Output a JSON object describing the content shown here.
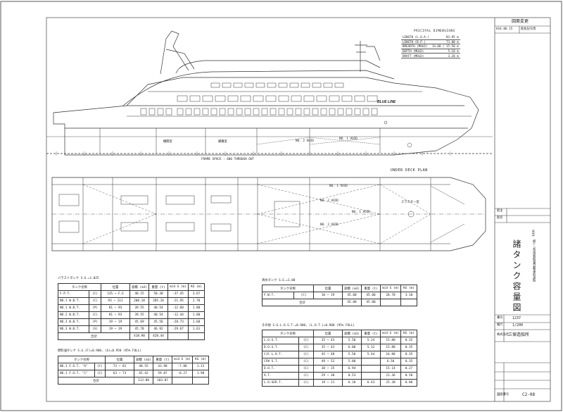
{
  "title_block": {
    "revision_header": "図面変更",
    "revision_date": "H14.06.15",
    "revision_note": "船長記号等",
    "vertical_number": "999",
    "vertical_subtitle": "総トン型旅客船兼自動車航送船",
    "drawing_title": "諸タンク容量図",
    "rows": [
      {
        "label": "番号",
        "value": "1237"
      },
      {
        "label": "縮尺",
        "value": "1/200"
      }
    ],
    "company_label": "株式会社",
    "company": "三保造船所",
    "drawing_number_label": "図面番号",
    "drawing_number": "C2-08",
    "small_labels": [
      "船主",
      "船名"
    ]
  },
  "principal_dimensions": {
    "title": "PRICIPAL DIMENSIONS",
    "rows": [
      {
        "label": "LENGTH (L.O.A.)",
        "value": "83.95 m"
      },
      {
        "label": "LENGTH (B.P.)",
        "value": "73.00 m"
      },
      {
        "label": "BREADTH (MOLD)",
        "value": "14.60 / 15.50 m"
      },
      {
        "label": "DEPTH (MOLD)",
        "value": "5.10 m"
      },
      {
        "label": "DRAFT (MOLD)",
        "value": "3.20 m"
      }
    ]
  },
  "profile_labels": {
    "hull_name": "BLUE LINE",
    "void1": "NO. 1 VOID",
    "void2": "NO. 2 VOID",
    "engine_room": "機関室",
    "aux_room": "補機室",
    "frame_space": "FRAME SPACE : 600 THROUGH OUT"
  },
  "plan_labels": {
    "title": "UNDER DECK PLAN",
    "void1": "NO. 1 VOID",
    "void2": "NO. 2 VOID",
    "thruster": "スラスター室",
    "void2b": "NO. 2 VOID",
    "void1b": "NO. 1 VOID"
  },
  "tables": {
    "ballast": {
      "title": "バラストタンク S.G.=1.025",
      "headers": [
        "タンク名称",
        "位置",
        "容積 (m3)",
        "重量 (t)",
        "mid G (m)",
        "KG (m)"
      ],
      "rows": [
        [
          "F.P.T.",
          "(C)",
          "135 ~ F.E",
          "48.15",
          "50.30",
          "-37.45",
          "3.67"
        ],
        [
          "NO.1 W.B.T.",
          "(C)",
          "93 ~ 111",
          "200.18",
          "205.16",
          "-21.95",
          "2.70"
        ],
        [
          "NO.1 W.B.T.",
          "(P)",
          "81 ~ 93",
          "39.55",
          "40.54",
          "-12.60",
          "1.80"
        ],
        [
          "NO.2 W.B.T.",
          "(C)",
          "81 ~ 93",
          "39.55",
          "40.54",
          "-12.44",
          "1.80"
        ],
        [
          "NO.3 W.B.T.",
          "(P)",
          "19 ~ 19",
          "45.69",
          "45.56",
          "-28.73",
          "1.60"
        ],
        [
          "NO.3 W.B.T.",
          "(S)",
          "19 ~ 19",
          "45.78",
          "46.92",
          "-29.67",
          "1.61"
        ]
      ],
      "total_label": "合計",
      "total": [
        "418.90",
        "428.44"
      ]
    },
    "fuel": {
      "title": "燃料油タンク S.G.(F)=0.900, (G)=0.950 (95% FULL)",
      "headers": [
        "タンク名称",
        "位置",
        "容積 (m3)",
        "重量 (t)",
        "mid G (m)",
        "KG (m)"
      ],
      "rows": [
        [
          "NO.1 F.O.T. \"A\"",
          "(C)",
          "73 ~ 81",
          "48.55",
          "43.98",
          "-7.88",
          "1.13"
        ],
        [
          "NO.1 F.O.T. \"C\"",
          "(C)",
          "63 ~ 73",
          "65.42",
          "59.07",
          "-0.27",
          "1.98"
        ]
      ],
      "total_label": "合計",
      "total": [
        "113.88",
        "103.07"
      ]
    },
    "freshwater": {
      "title": "清水タンク S.G.=1.00",
      "headers": [
        "タンク名称",
        "位置",
        "容積 (m3)",
        "重量 (t)",
        "mid G (m)",
        "KG (m)"
      ],
      "rows": [
        [
          "F.W.T.",
          "(C)",
          "10 ~ 19",
          "45.00",
          "45.00",
          "28.78",
          "3.10"
        ]
      ],
      "total_label": "合計",
      "total": [
        "45.00",
        "45.00"
      ]
    },
    "oil": {
      "title": "その他 S.G.L.O.S.T.=0.900, (L.O.T.)=0.900 (95% FULL)",
      "headers": [
        "タンク名称",
        "位置",
        "容積 (m3)",
        "重量 (t)",
        "mid G (m)",
        "KG (m)"
      ],
      "rows": [
        [
          "L.O.S.T.",
          "(C)",
          "35 ~ 43",
          "5.50",
          "5.24",
          "15.88",
          "0.35"
        ],
        [
          "D.O.S.T.",
          "(C)",
          "35 ~ 43",
          "6.00",
          "5.32",
          "15.88",
          "0.35"
        ],
        [
          "C/E L.O.T.",
          "(C)",
          "45 ~ 48",
          "5.50",
          "5.44",
          "16.88",
          "0.35"
        ],
        [
          "CFW S.T.",
          "(C)",
          "49 ~ 52",
          "5.00",
          "",
          "6.50",
          "0.35"
        ],
        [
          "D.O.T.",
          "(C)",
          "30 ~ 35",
          "6.94",
          "",
          "15.14",
          "0.27"
        ],
        [
          "A.T.",
          "(C)",
          "29 ~ 30",
          "0.53",
          "",
          "21.36",
          "0.50"
        ],
        [
          "L.O.SER.T.",
          "(C)",
          "19 ~ 21",
          "6.10",
          "6.43",
          "25.30",
          "0.80"
        ]
      ]
    }
  }
}
